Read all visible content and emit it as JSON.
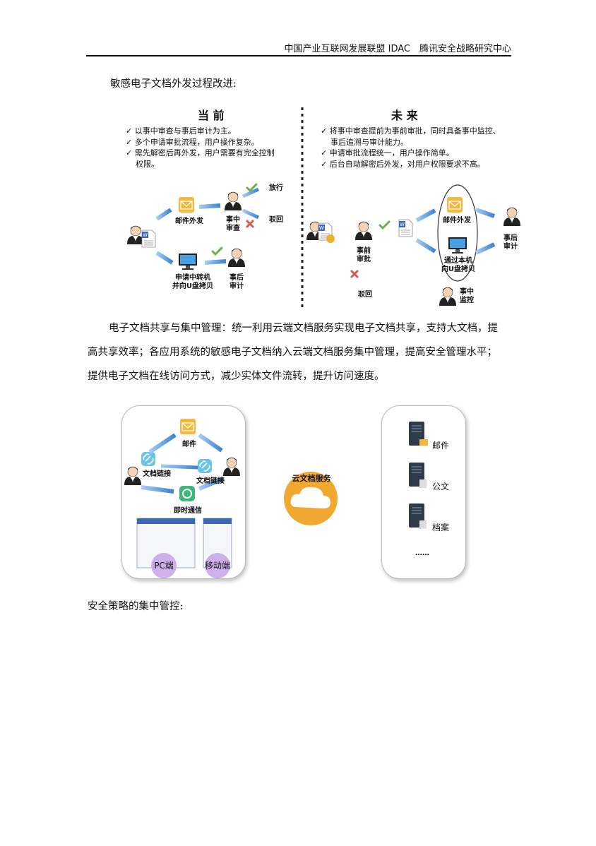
{
  "header": {
    "text": "中国产业互联网发展联盟 IDAC　腾讯安全战略研究中心"
  },
  "section1_title": "敏感电子文档外发过程改进:",
  "diagram1": {
    "current": {
      "title": "当 前",
      "bullets": [
        "✓ 以事中审查与事后审计为主。",
        "✓ 多个申请审批流程，用户操作复杂。",
        "✓ 需先解密后再外发，用户需要有完全控制",
        "权限。"
      ],
      "labels": {
        "mail": "邮件外发",
        "audit_mid": "事中\n审查",
        "pass": "放行",
        "reject": "驳回",
        "transfer": "申请中转机\n并向U盘拷贝",
        "audit_after": "事后\n审计"
      }
    },
    "future": {
      "title": "未 来",
      "bullets": [
        "✓ 将事中审查提前为事前审批，同时具备事中监控、",
        "事后追溯与审计能力。",
        "✓ 申请审批流程统一，用户操作简单。",
        "✓ 后台自动解密后外发，对用户权限要求不高。"
      ],
      "labels": {
        "pre": "事前\n审批",
        "reject": "驳回",
        "mail": "邮件外发",
        "local": "通过本机\n向U盘拷贝",
        "monitor": "事中\n监控",
        "audit_after": "事后\n审计"
      }
    }
  },
  "paragraph2": {
    "line1": "电子文档共享与集中管理：统一利用云端文档服务实现电子文档共享，支持大文档，提",
    "line2": "高共享效率；各应用系统的敏感电子文档纳入云端文档服务集中管理，提高安全管理水平；",
    "line3": "提供电子文档在线访问方式，减少实体文件流转，提升访问速度。"
  },
  "diagram2": {
    "mail": "邮件",
    "doclink1": "文档链接",
    "doclink2": "文档链接",
    "im": "即时通信",
    "pc": "PC端",
    "mobile": "移动端",
    "cloud": "云文档服务",
    "servers": [
      "邮件",
      "公文",
      "档案"
    ],
    "ellipsis": "……"
  },
  "section3_title": "安全策略的集中管控:",
  "colors": {
    "arrow": "#4a90d9",
    "mail": "#f5b83a",
    "cloud": "#f0a830",
    "check": "#6ab04c",
    "cross": "#d9534f",
    "circle": "#c9a8e8"
  }
}
